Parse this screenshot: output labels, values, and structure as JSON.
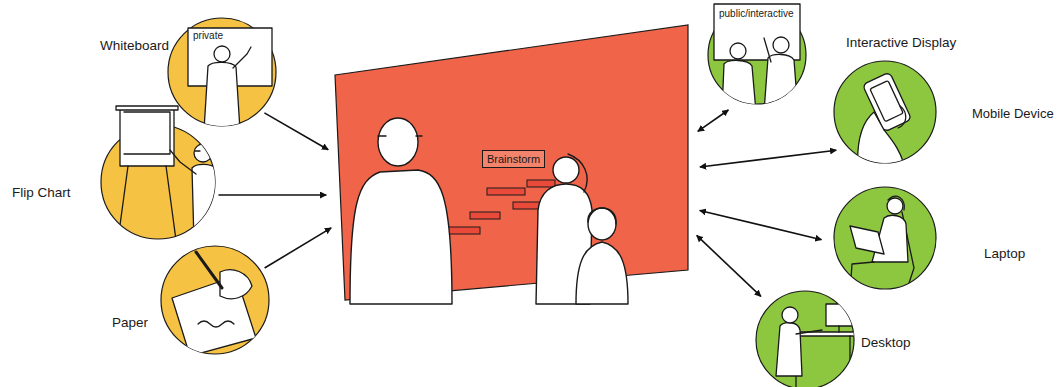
{
  "diagram": {
    "nodes": [
      {
        "text": [
          "Whiteboard",
          "private"
        ]
      },
      {
        "text": [
          "Flip Chart"
        ]
      },
      {
        "text": [
          "Paper"
        ]
      },
      {
        "text": [
          "Brainstorm"
        ]
      },
      {
        "text": [
          "Interactive Display",
          "public/interactive"
        ]
      },
      {
        "text": [
          "Mobile Device"
        ]
      },
      {
        "text": [
          "Laptop"
        ]
      },
      {
        "text": [
          "Desktop"
        ]
      }
    ],
    "edges": [
      {
        "from": 0,
        "to": 3,
        "arrow": "to"
      },
      {
        "from": 1,
        "to": 3,
        "arrow": "to"
      },
      {
        "from": 2,
        "to": 3,
        "arrow": "to"
      },
      {
        "from": 3,
        "to": 4,
        "arrow": "both"
      },
      {
        "from": 3,
        "to": 5,
        "arrow": "both"
      },
      {
        "from": 3,
        "to": 6,
        "arrow": "both"
      },
      {
        "from": 3,
        "to": 7,
        "arrow": "both"
      }
    ]
  }
}
